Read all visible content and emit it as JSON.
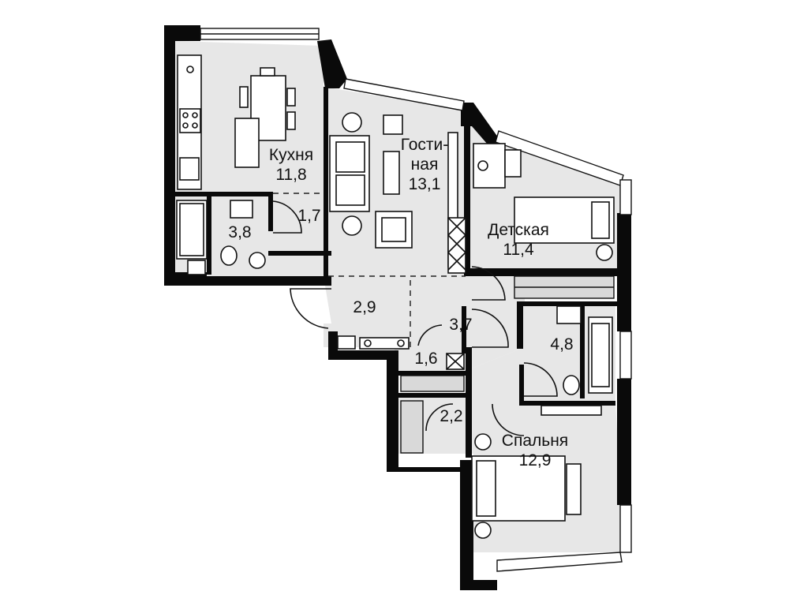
{
  "rooms": {
    "kitchen": {
      "name": "Кухня",
      "area": "11,8"
    },
    "living": {
      "name_line1": "Гости-",
      "name_line2": "ная",
      "area": "13,1"
    },
    "kids": {
      "name": "Детская",
      "area": "11,4"
    },
    "bedroom": {
      "name": "Спальня",
      "area": "12,9"
    },
    "bath_small": {
      "area": "3,8"
    },
    "corridor_upper": {
      "area": "1,7"
    },
    "hall": {
      "area": "2,9"
    },
    "corridor_mid": {
      "area": "3,7"
    },
    "bath_large": {
      "area": "4,8"
    },
    "closet_small": {
      "area": "1,6"
    },
    "closet_wardrobe": {
      "area": "2,2"
    }
  }
}
